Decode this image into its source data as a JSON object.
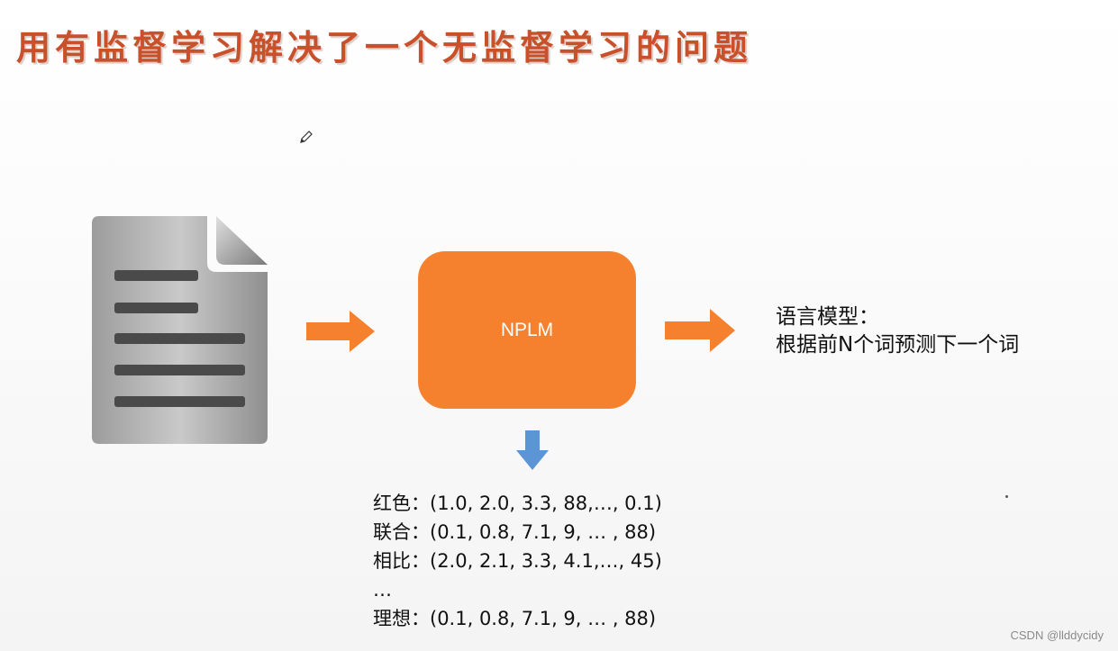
{
  "title": "用有监督学习解决了一个无监督学习的问题",
  "model": {
    "label": "NPLM"
  },
  "output": {
    "line1": "语言模型：",
    "line2": "根据前N个词预测下一个词"
  },
  "embeddings": [
    {
      "word": "红色",
      "sep": "：",
      "vector": "(1.0, 2.0, 3.3, 88,…, 0.1)"
    },
    {
      "word": "联合",
      "sep": "：",
      "vector": "(0.1, 0.8, 7.1, 9, … , 88)"
    },
    {
      "word": "相比",
      "sep": "：",
      "vector": "(2.0, 2.1, 3.3, 4.1,…, 45)"
    },
    {
      "word": "…",
      "sep": "",
      "vector": ""
    },
    {
      "word": "理想",
      "sep": "：",
      "vector": "(0.1, 0.8, 7.1, 9, … , 88)"
    }
  ],
  "watermark": "CSDN @llddycidy",
  "colors": {
    "title": "#c8502b",
    "model_box": "#f5812f",
    "arrow_orange": "#f5812f",
    "arrow_blue": "#5b95d6",
    "document": "#8a8a8a"
  },
  "icons": {
    "document": "document-icon",
    "pencil": "pencil-icon",
    "arrow_in": "right-arrow-icon",
    "arrow_out": "right-arrow-icon",
    "arrow_down": "down-arrow-icon"
  }
}
